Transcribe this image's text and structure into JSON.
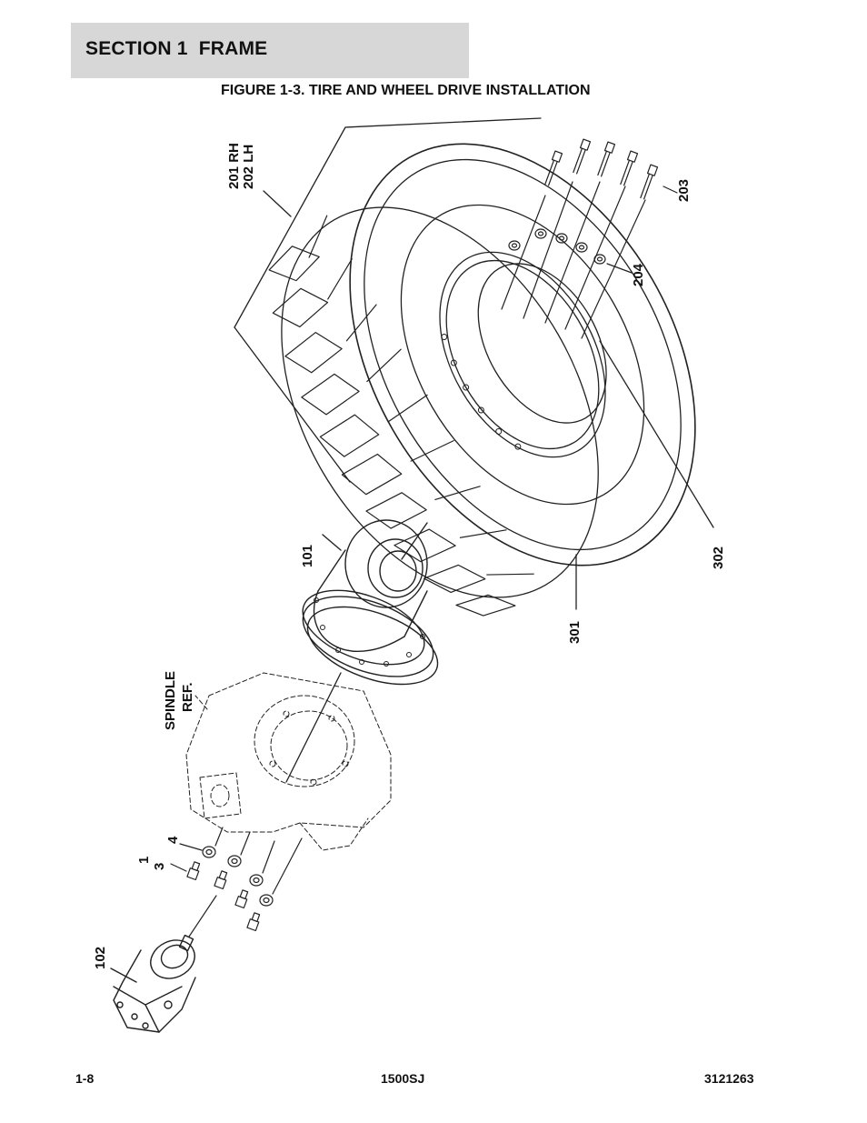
{
  "header": {
    "section_title": "SECTION 1  FRAME"
  },
  "figure": {
    "title": "FIGURE 1-3. TIRE AND WHEEL DRIVE INSTALLATION"
  },
  "callouts": {
    "c201": "201 RH",
    "c202": "202 LH",
    "c203": "203",
    "c204": "204",
    "c101": "101",
    "c301": "301",
    "c302": "302",
    "spindle": "SPINDLE",
    "ref": "REF.",
    "c4": "4",
    "c1": "1",
    "c3": "3",
    "c102": "102"
  },
  "footer": {
    "page": "1-8",
    "model": "1500SJ",
    "doc_number": "3121263"
  }
}
